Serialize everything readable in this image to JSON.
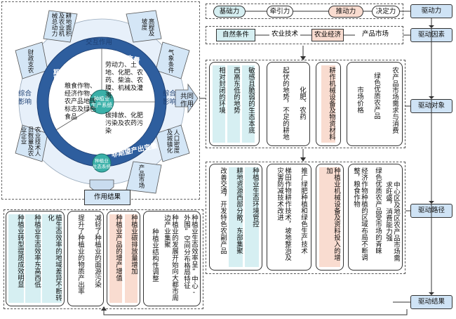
{
  "left_diagram": {
    "interaction_top": "交互作用",
    "interaction_right": "共同\n作用",
    "effect_result_label": "作用结果",
    "comprehensive_left": "综合\n影响",
    "comprehensive_right": "综合\n影响",
    "input_variable": "投入变量",
    "non_expected_output": "非期望产出变量",
    "expected_output": "期望产出变量",
    "center_line1": "种植业",
    "center_line2": "生产系统",
    "lower_center_line1": "种植业",
    "lower_center_line2": "生态系统",
    "input_text": "劳动力、土地、化肥、农药、柴油、农膜、机械及灌溉",
    "output_text": "粮食作物、经济作物、农产品地理标志及绿色食品",
    "pollution_text": "碳排放、化肥污染及农药污染",
    "petal_top_left": "耕地面积及农业机械总动力",
    "petal_top_right": "高程及坡度",
    "petal_right_top": "气象条件",
    "petal_right_bottom": "人口密度及城镇化",
    "petal_bottom_right": "产品市场",
    "petal_left_top": "财政支农",
    "petal_left_bottom": "农业技术人员数量及农业企业"
  },
  "drivers": {
    "force": "驱动力",
    "factor": "驱动因素",
    "object": "驱动对象",
    "path": "驱动路径",
    "result": "驱动结果"
  },
  "forces": [
    "基础力",
    "牵引力",
    "推动力",
    "决定力"
  ],
  "factors": [
    "自然条件",
    "农业技术",
    "农业经济",
    "产品市场"
  ],
  "objects": [
    "相对封闭的环境",
    "西高东低的地势",
    "敏感且脆弱的生态本底",
    "起伏的地势，不足的耕地",
    "化肥、农药",
    "耕作机械设备及物资材料",
    "市场价格",
    "绿色优质农产品",
    "农产品市场需求与消费"
  ],
  "paths": [
    "改善交通，开发特色农副产品",
    "耕地资源西部分散，东部集聚",
    "种植业生态环境管控",
    "梯田作物耕作技术，坡地整治及灾害防减技术改进",
    "推广绿肥种植和绿色生产技术",
    "种植业机械设备及资料投入的增加",
    "经济作物种植的区域布局不断调整，粮食作物",
    "绿色优质农产品受市场的青睐",
    "中心区及地区农产品市场需求旺盛，消费能力强"
  ],
  "results": [
    "种植业转型提质成效明显",
    "种植业生态效率东高西低",
    "植生态效率的地域差异不断转化",
    "提升了种植业的物质产出率",
    "减轻了种植业的面源污染",
    "种植业产品的增产增值",
    "种植业碳排放量增加",
    "种植业结构性调整",
    "种植业的发展开始向大都市周边产业集聚",
    "种植业生态效率呈“中心-外围”空间分布格局特征"
  ]
}
